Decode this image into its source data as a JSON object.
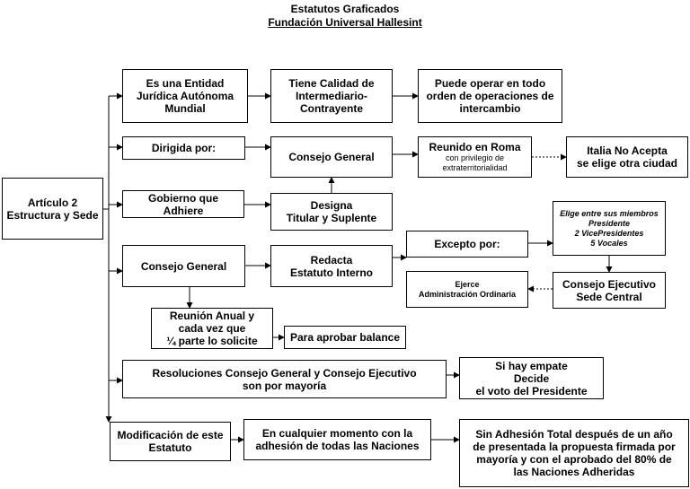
{
  "title": "Estatutos Graficados",
  "subtitle": "Fundación Universal Hallesint",
  "boxes": {
    "articulo": "Artículo 2\nEstructura y Sede",
    "entidad": "Es una Entidad\nJurídica Autónoma\nMundial",
    "calidad": "Tiene Calidad de\nIntermediario-\nContrayente",
    "operar": "Puede operar en todo\norden de operaciones de\nintercambio",
    "dirigida": "Dirigida por:",
    "consejo_general_top": "Consejo General",
    "roma_title": "Reunido en Roma",
    "roma_sub": "con privilegio de\nextraterritorialidad",
    "italia": "Italia No Acepta\nse elige otra ciudad",
    "gobierno": "Gobierno que\nAdhiere",
    "designa": "Designa\nTitular y Suplente",
    "consejo_general": "Consejo General",
    "redacta": "Redacta\nEstatuto Interno",
    "excepto": "Excepto por:",
    "elige": "Elige entre sus miembros\nPresidente\n2 VicePresidentes\n5 Vocales",
    "ejecutivo": "Consejo Ejecutivo\nSede Central",
    "ejerce": "Ejerce\nAdministración Ordinaria",
    "reunion": "Reunión Anual y\ncada vez que\n¼ parte lo solicite",
    "balance": "Para aprobar balance",
    "resoluciones": "Resoluciones Consejo General y Consejo Ejecutivo\nson por mayoría",
    "empate": "Si hay empate\nDecide\nel voto del Presidente",
    "modificacion": "Modificación de este\nEstatuto",
    "cualquier": "En cualquier momento con la\nadhesión de todas las Naciones",
    "sin_adhesion": "Sin Adhesión Total después de un año\nde presentada la propuesta firmada por\nmayoría y con el aprobado del 80% de\nlas Naciones Adheridas"
  }
}
